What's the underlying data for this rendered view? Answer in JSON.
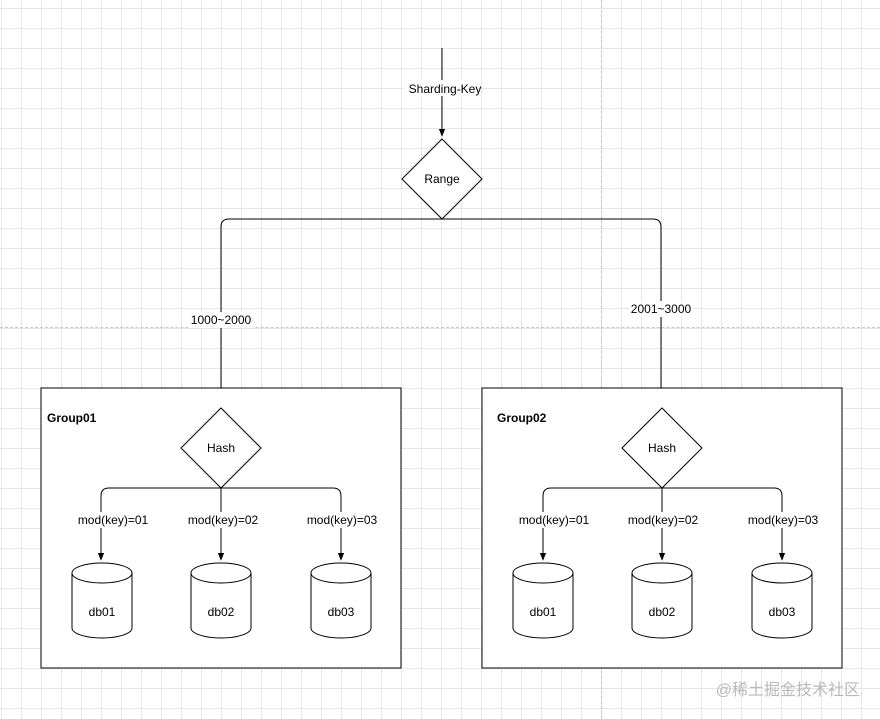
{
  "diagram": {
    "input_label": "Sharding-Key",
    "range_node": "Range",
    "range_branches": [
      "1000~2000",
      "2001~3000"
    ],
    "groups": [
      {
        "title": "Group01",
        "hash_node": "Hash",
        "edges": [
          "mod(key)=01",
          "mod(key)=02",
          "mod(key)=03"
        ],
        "databases": [
          "db01",
          "db02",
          "db03"
        ]
      },
      {
        "title": "Group02",
        "hash_node": "Hash",
        "edges": [
          "mod(key)=01",
          "mod(key)=02",
          "mod(key)=03"
        ],
        "databases": [
          "db01",
          "db02",
          "db03"
        ]
      }
    ]
  },
  "watermark": "@稀土掘金技术社区"
}
